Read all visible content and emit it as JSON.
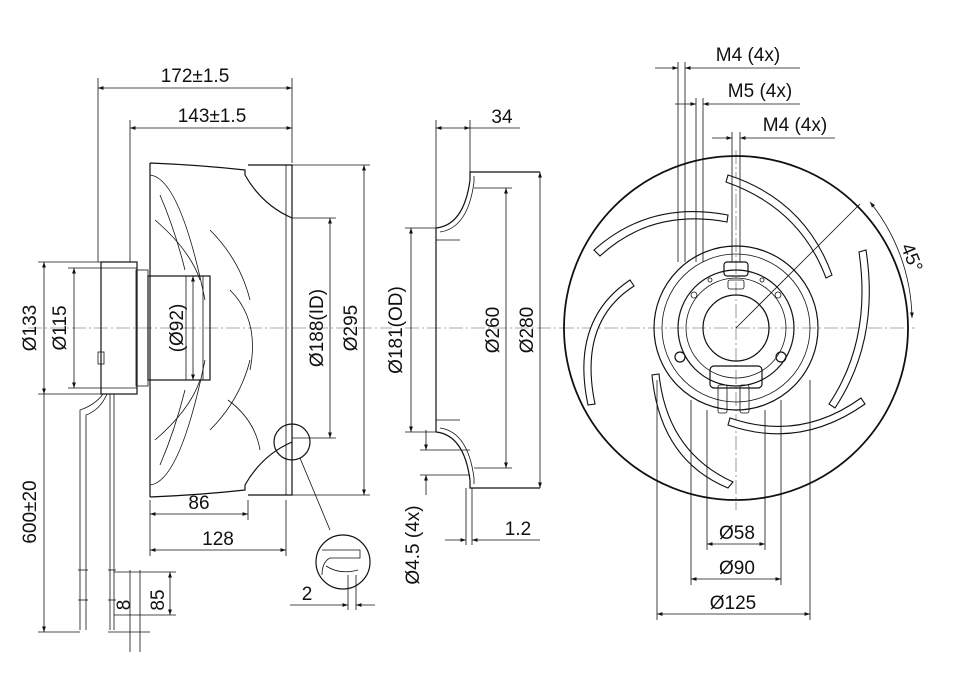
{
  "dimensions": {
    "overall_length": "172±1.5",
    "impeller_length": "143±1.5",
    "dia_133": "Ø133",
    "dia_115": "Ø115",
    "dia_92": "(Ø92)",
    "dia_188_id": "Ø188(ID)",
    "dia_295": "Ø295",
    "len_86": "86",
    "len_128": "128",
    "cable_600": "600±20",
    "len_8": "8",
    "len_85": "85",
    "len_2": "2",
    "len_34": "34",
    "dia_181_od": "Ø181(OD)",
    "dia_260": "Ø260",
    "dia_280": "Ø280",
    "hole_4_5": "Ø4.5 (4x)",
    "len_1_2": "1.2",
    "m4_top": "M4 (4x)",
    "m5": "M5 (4x)",
    "m4_bottom": "M4 (4x)",
    "angle_45": "45°",
    "dia_58": "Ø58",
    "dia_90": "Ø90",
    "dia_125": "Ø125"
  }
}
